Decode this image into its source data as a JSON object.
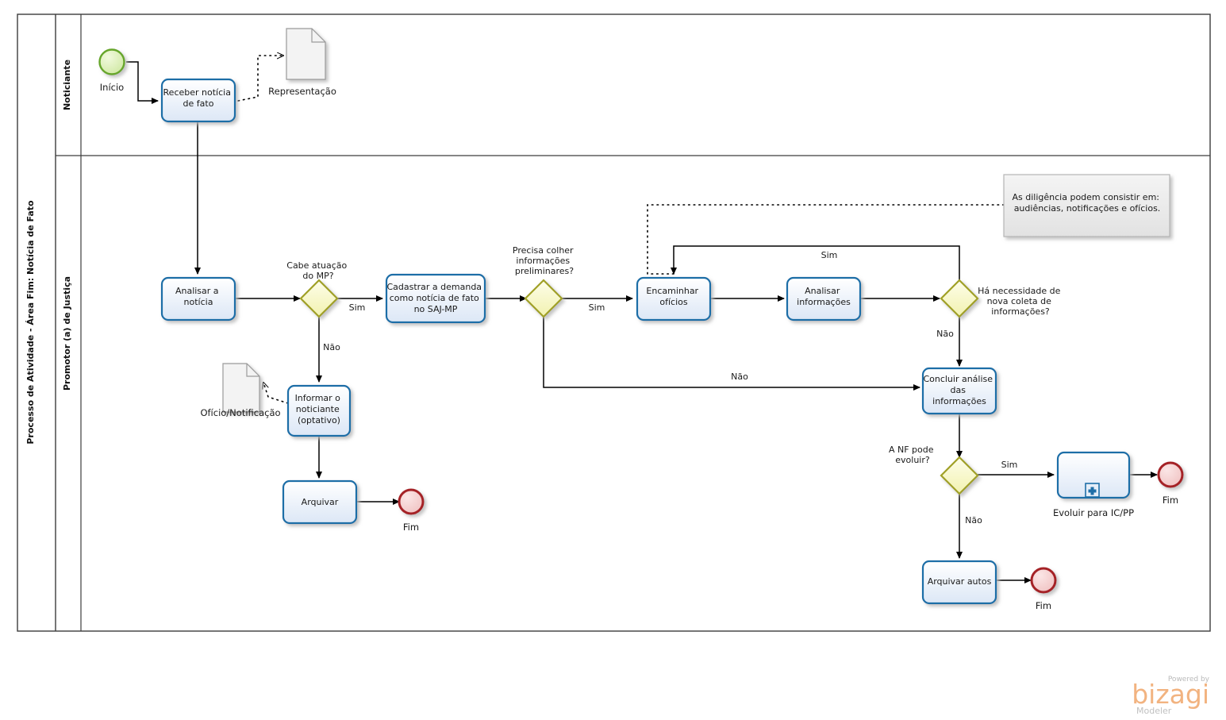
{
  "pool": {
    "title": "Processo de Atividade - Área Fim: Notícia de Fato",
    "lanes": [
      {
        "id": "noticiante",
        "label": "Noticiante"
      },
      {
        "id": "promotor",
        "label": "Promotor (a) de Justiça"
      }
    ]
  },
  "colors": {
    "task_border": "#1f6ea7",
    "task_fill_top": "#ffffff",
    "task_fill_bottom": "#dfe9f7",
    "gateway_border": "#a0a026",
    "gateway_fill": "#fbfbd2",
    "start_border": "#66a62a",
    "start_fill": "#dff0b8",
    "end_border": "#a52128",
    "end_fill": "#f4cdcd",
    "lane_border": "#3c3c3c",
    "flow_line": "#000000",
    "note_fill": "#ececec",
    "note_border": "#b5b5b5",
    "doc_fill": "#f3f3f3",
    "doc_border": "#9a9a9a",
    "logo_orange": "#f2b380"
  },
  "events": {
    "start": {
      "label": "Início",
      "type": "start-event"
    },
    "end_arquivar": {
      "label": "Fim",
      "type": "end-event"
    },
    "end_evoluir": {
      "label": "Fim",
      "type": "end-event"
    },
    "end_arquivar_autos": {
      "label": "Fim",
      "type": "end-event"
    }
  },
  "tasks": [
    {
      "id": "receber",
      "label": "Receber notícia\nde fato",
      "lines": [
        "Receber notícia",
        "de fato"
      ]
    },
    {
      "id": "analisar_noticia",
      "label": "Analisar a\nnotícia",
      "lines": [
        "Analisar a",
        "notícia"
      ]
    },
    {
      "id": "cadastrar",
      "label": "Cadastrar a demanda como notícia de fato no SAJ-MP",
      "lines": [
        "Cadastrar a demanda",
        "como notícia de fato",
        "no SAJ-MP"
      ]
    },
    {
      "id": "informar",
      "label": "Informar o noticiante (optativo)",
      "lines": [
        "Informar o",
        "noticiante",
        "(optativo)"
      ]
    },
    {
      "id": "arquivar",
      "label": "Arquivar",
      "lines": [
        "Arquivar"
      ]
    },
    {
      "id": "encaminhar",
      "label": "Encaminhar ofícios",
      "lines": [
        "Encaminhar",
        "ofícios"
      ]
    },
    {
      "id": "analisar_info",
      "label": "Analisar informações",
      "lines": [
        "Analisar",
        "informações"
      ]
    },
    {
      "id": "concluir",
      "label": "Concluir análise das informações",
      "lines": [
        "Concluir análise",
        "das",
        "informações"
      ]
    },
    {
      "id": "arquivar_autos",
      "label": "Arquivar autos",
      "lines": [
        "Arquivar autos"
      ]
    }
  ],
  "subprocess": {
    "id": "evoluir",
    "label": "Evoluir para IC/PP",
    "marker": "plus-icon"
  },
  "gateways": [
    {
      "id": "gw_cabe",
      "lines": [
        "Cabe atuação",
        "do MP?"
      ]
    },
    {
      "id": "gw_precisa",
      "lines": [
        "Precisa colher",
        "informações",
        "preliminares?"
      ]
    },
    {
      "id": "gw_necessidade",
      "lines": [
        "Há necessidade de",
        "nova coleta de",
        "informações?"
      ]
    },
    {
      "id": "gw_nf",
      "lines": [
        "A NF pode",
        "evoluir?"
      ]
    }
  ],
  "data_objects": [
    {
      "id": "representacao",
      "label": "Representação"
    },
    {
      "id": "oficio",
      "label": "Ofício/Notificação"
    }
  ],
  "annotation": {
    "id": "nota-diligencias",
    "lines": [
      "As diligência podem consistir em:",
      "audiências, notificações e ofícios."
    ]
  },
  "flow_labels": {
    "cabe_sim": "Sim",
    "cabe_nao": "Não",
    "precisa_sim": "Sim",
    "precisa_nao": "Não",
    "necessidade_sim": "Sim",
    "necessidade_nao": "Não",
    "nf_sim": "Sim",
    "nf_nao": "Não"
  },
  "logo": {
    "powered_by": "Powered by",
    "brand": "bizagi",
    "product": "Modeler"
  }
}
